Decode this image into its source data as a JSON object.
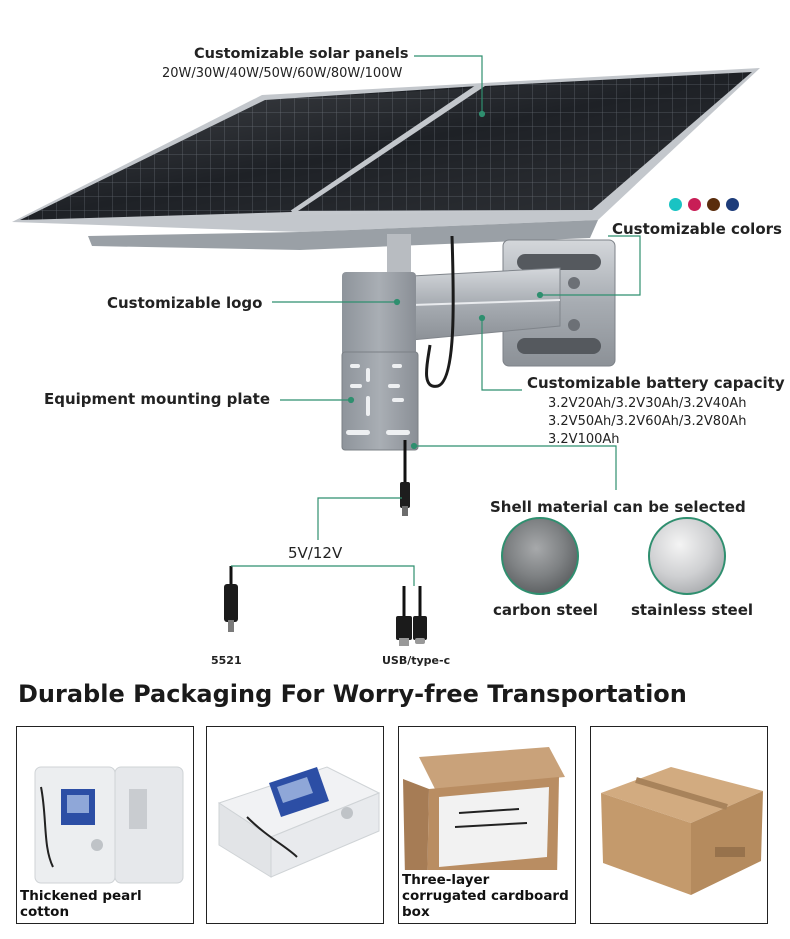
{
  "annotations": {
    "solar_panels_title": "Customizable solar panels",
    "solar_panels_specs": "20W/30W/40W/50W/60W/80W/100W",
    "colors_title": "Customizable colors",
    "logo_title": "Customizable logo",
    "battery_title": "Customizable battery capacity",
    "battery_specs_1": "3.2V20Ah/3.2V30Ah/3.2V40Ah",
    "battery_specs_2": "3.2V50Ah/3.2V60Ah/3.2V80Ah",
    "battery_specs_3": "3.2V100Ah",
    "mounting_plate_title": "Equipment mounting plate",
    "shell_title": "Shell material can be selected",
    "shell_option_1": "carbon steel",
    "shell_option_2": "stainless steel",
    "voltage_label": "5V/12V",
    "connector_1": "5521",
    "connector_2": "USB/type-c"
  },
  "color_swatches": [
    "#19c3c3",
    "#c81e56",
    "#5a2d0c",
    "#1d3c7a"
  ],
  "accent_line_color": "#2f8f6f",
  "packaging": {
    "heading": "Durable Packaging For Worry-free Transportation",
    "captions": [
      "Thickened pearl cotton",
      "",
      "Three-layer corrugated cardboard box",
      ""
    ]
  }
}
